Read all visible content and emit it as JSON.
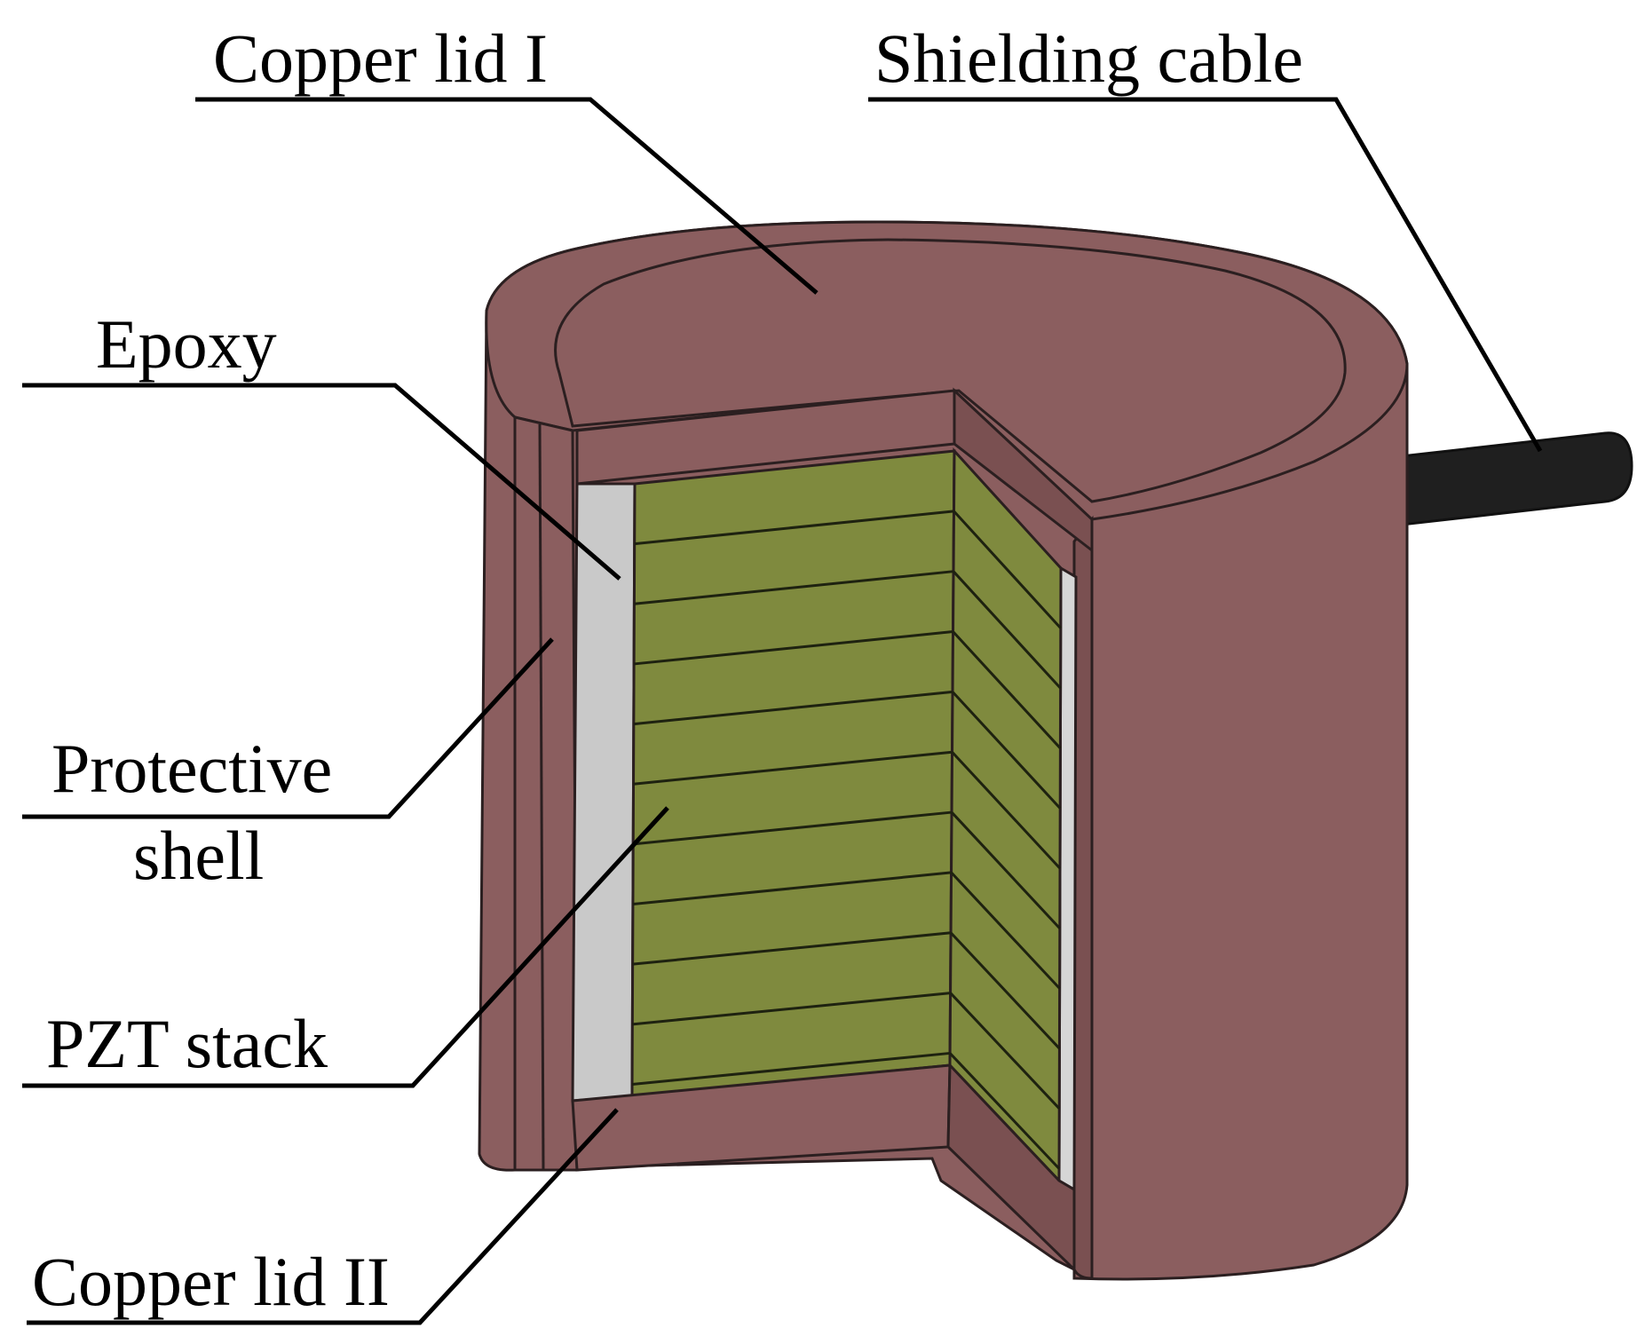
{
  "labels": {
    "copper_lid_1": "Copper lid I",
    "shielding_cable": "Shielding cable",
    "epoxy": "Epoxy",
    "protective_shell_line1": "Protective",
    "protective_shell_line2": "shell",
    "pzt_stack": "PZT stack",
    "copper_lid_2": "Copper lid II"
  },
  "colors": {
    "copper": "#8b5e5f",
    "copper_dark": "#7a5051",
    "pzt": "#7f8a3e",
    "epoxy": "#c9c9c9",
    "cable": "#1f1f1f",
    "edge": "#2b1f20"
  },
  "pzt_layers": 10
}
